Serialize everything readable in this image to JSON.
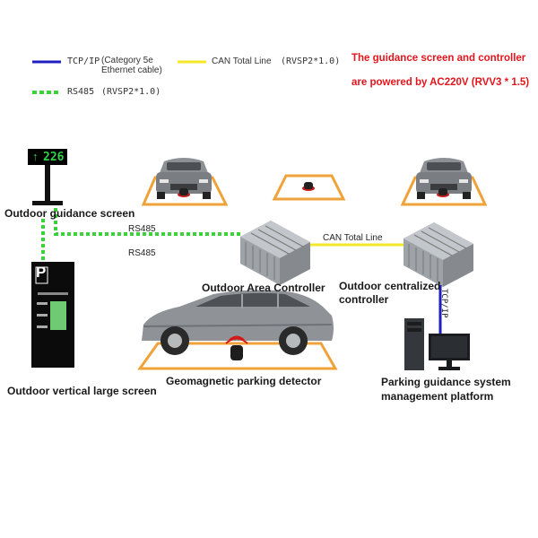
{
  "legend": {
    "tcp": "TCP/IP",
    "tcp_desc_1": "(Category 5e",
    "tcp_desc_2": "Ethernet cable)",
    "can": "CAN Total Line",
    "can_spec": "(RVSP2*1.0)",
    "rs485": "RS485",
    "rs485_spec": "(RVSP2*1.0)"
  },
  "power_note": {
    "line1": "The guidance screen and controller",
    "line2": "are powered by AC220V (RVV3 * 1.5)"
  },
  "guidance_screen": {
    "arrow": "↑",
    "number": "226",
    "label": "Outdoor guidance screen"
  },
  "vertical_screen": {
    "letter": "P",
    "label": "Outdoor vertical large screen"
  },
  "connections": {
    "rs485_1": "RS485",
    "rs485_2": "RS485",
    "can_line": "CAN Total Line",
    "tcp_vertical": "TCP/IP"
  },
  "devices": {
    "area_controller": "Outdoor Area Controller",
    "centralized_controller_1": "Outdoor centralized",
    "centralized_controller_2": "controller",
    "detector": "Geomagnetic parking detector",
    "platform_1": "Parking guidance system",
    "platform_2": "management platform"
  },
  "colors": {
    "tcp_line": "#1f1fbf",
    "can_line": "#f5e72a",
    "rs485_line": "#3ad13a",
    "slot_outline": "#f0a23a",
    "power_text": "#e3151c"
  }
}
